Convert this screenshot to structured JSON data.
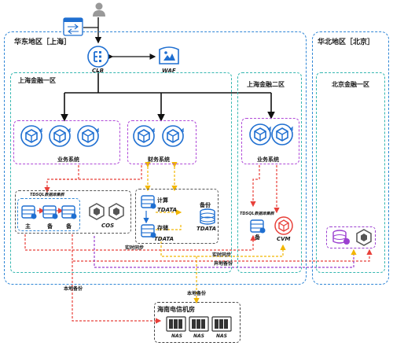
{
  "regions": {
    "east": "华东地区［上海］",
    "north": "华北地区［北京］"
  },
  "zones": {
    "sh1": "上海金融一区",
    "sh2": "上海金融二区",
    "bj1": "北京金融一区"
  },
  "nodes": {
    "clb": "CLB",
    "waf": "WAF",
    "biz1": "业务系统",
    "fin": "财务系统",
    "biz2": "业务系统",
    "tdsql_cluster": "TDSQL数据库集群",
    "tdsql_cluster2": "TDSQL数据库集群",
    "primary": "主",
    "standby1": "备",
    "standby2": "备",
    "standby3": "备",
    "cos": "COS",
    "compute": "计算",
    "tdata1": "TDATA",
    "storage": "存储",
    "tdata2": "TDATA",
    "backup": "备份",
    "tdata3": "TDATA",
    "cvm": "CVM",
    "hainan": "海南电信机房",
    "nas1": "NAS",
    "nas2": "NAS",
    "nas3": "NAS"
  },
  "links": {
    "realtime_sync_1": "实时同步",
    "realtime_sync_2": "实时同步",
    "remote_backup": "异地备份",
    "local_backup_1": "本地备份",
    "local_backup_2": "本地备份"
  },
  "colors": {
    "region_border": "#2f86d6",
    "zone_border": "#35b7b0",
    "group_border": "#b04ad8",
    "icon_blue": "#1f6fd1",
    "sync_red": "#e8403a",
    "backup_yellow": "#f2b600",
    "cvm_red": "#e8403a",
    "purple": "#9b3fd0"
  },
  "icons": [
    "user-icon",
    "switch-icon",
    "clb-icon",
    "waf-icon",
    "cube-icon",
    "database-icon",
    "cos-icon",
    "cvm-icon",
    "nas-icon"
  ]
}
